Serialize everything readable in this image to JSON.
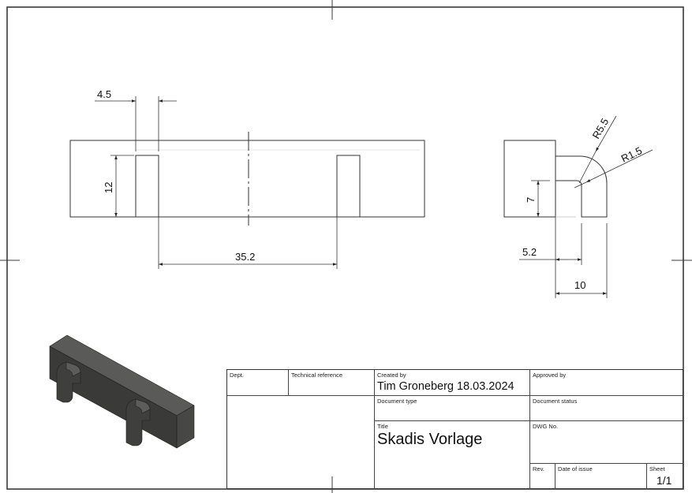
{
  "drawing": {
    "front_view": {
      "dimensions": {
        "slot_width": "4.5",
        "slot_height": "12",
        "slot_spacing": "35.2"
      }
    },
    "side_view": {
      "dimensions": {
        "outer_radius": "R5.5",
        "inner_radius": "R1.5",
        "hook_height": "7",
        "hook_offset": "5.2",
        "hook_depth": "10"
      }
    },
    "iso_view": {
      "label": "isometric-model",
      "color": "#3c3c3a"
    }
  },
  "title_block": {
    "dept_label": "Dept.",
    "dept_value": "",
    "tech_ref_label": "Technical reference",
    "tech_ref_value": "",
    "created_by_label": "Created by",
    "created_by_value": "Tim Groneberg 18.03.2024",
    "approved_by_label": "Approved by",
    "approved_by_value": "",
    "doc_type_label": "Document type",
    "doc_type_value": "",
    "doc_status_label": "Document status",
    "doc_status_value": "",
    "title_label": "Title",
    "title_value": "Skadis Vorlage",
    "dwg_no_label": "DWG No.",
    "dwg_no_value": "",
    "rev_label": "Rev.",
    "rev_value": "",
    "date_of_issue_label": "Date of issue",
    "date_of_issue_value": "",
    "sheet_label": "Sheet",
    "sheet_value": "1/1"
  },
  "colors": {
    "line": "#333333",
    "frame": "#3a3a3a",
    "background": "#ffffff"
  }
}
